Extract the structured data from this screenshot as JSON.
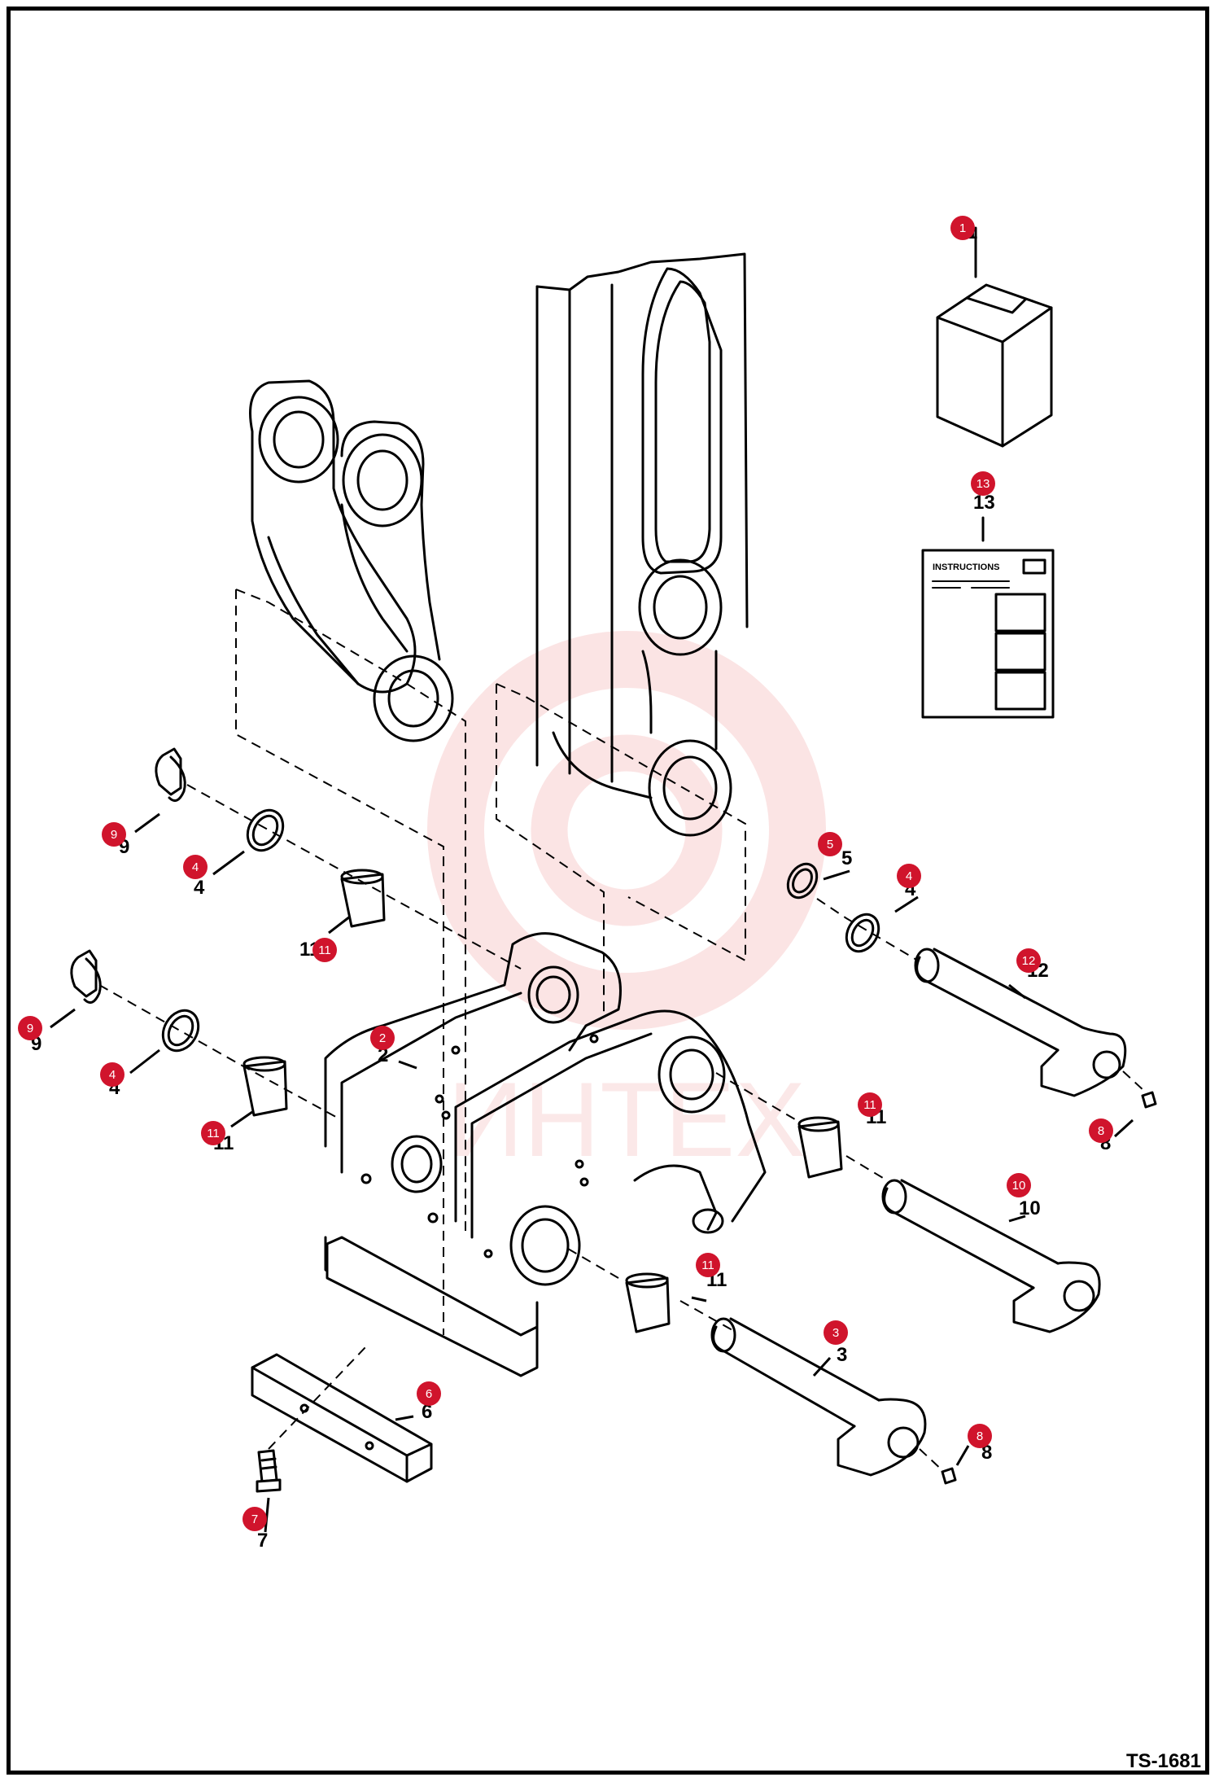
{
  "drawing_id": "TS-1681",
  "watermark": {
    "text": "ИНТЕХ",
    "color": "#e02a2a"
  },
  "callout_color": "#d0142c",
  "instructions_sheet": {
    "header": "INSTRUCTIONS"
  },
  "callouts": [
    {
      "n": "1",
      "printed": "1",
      "part": "kit-box"
    },
    {
      "n": "13",
      "printed": "13",
      "part": "instructions-sheet"
    },
    {
      "n": "9",
      "printed": "9",
      "part": "linch-pin-upper"
    },
    {
      "n": "4",
      "printed": "4",
      "part": "shim-upper-left"
    },
    {
      "n": "11",
      "printed": "11",
      "part": "bushing-upper-left"
    },
    {
      "n": "9",
      "printed": "9",
      "part": "linch-pin-lower"
    },
    {
      "n": "4",
      "printed": "4",
      "part": "shim-lower-left"
    },
    {
      "n": "11",
      "printed": "11",
      "part": "bushing-lower-left"
    },
    {
      "n": "2",
      "printed": "2",
      "part": "mounting-bracket"
    },
    {
      "n": "5",
      "printed": "5",
      "part": "snap-ring"
    },
    {
      "n": "4",
      "printed": "4",
      "part": "shim-right"
    },
    {
      "n": "12",
      "printed": "12",
      "part": "pin-upper"
    },
    {
      "n": "8",
      "printed": "8",
      "part": "grease-fitting-upper"
    },
    {
      "n": "11",
      "printed": "11",
      "part": "bushing-right"
    },
    {
      "n": "10",
      "printed": "10",
      "part": "pin-middle"
    },
    {
      "n": "11",
      "printed": "11",
      "part": "bushing-lower"
    },
    {
      "n": "3",
      "printed": "3",
      "part": "pin-lower"
    },
    {
      "n": "8",
      "printed": "8",
      "part": "grease-fitting-lower"
    },
    {
      "n": "6",
      "printed": "6",
      "part": "mounting-plate"
    },
    {
      "n": "7",
      "printed": "7",
      "part": "bolt"
    }
  ]
}
